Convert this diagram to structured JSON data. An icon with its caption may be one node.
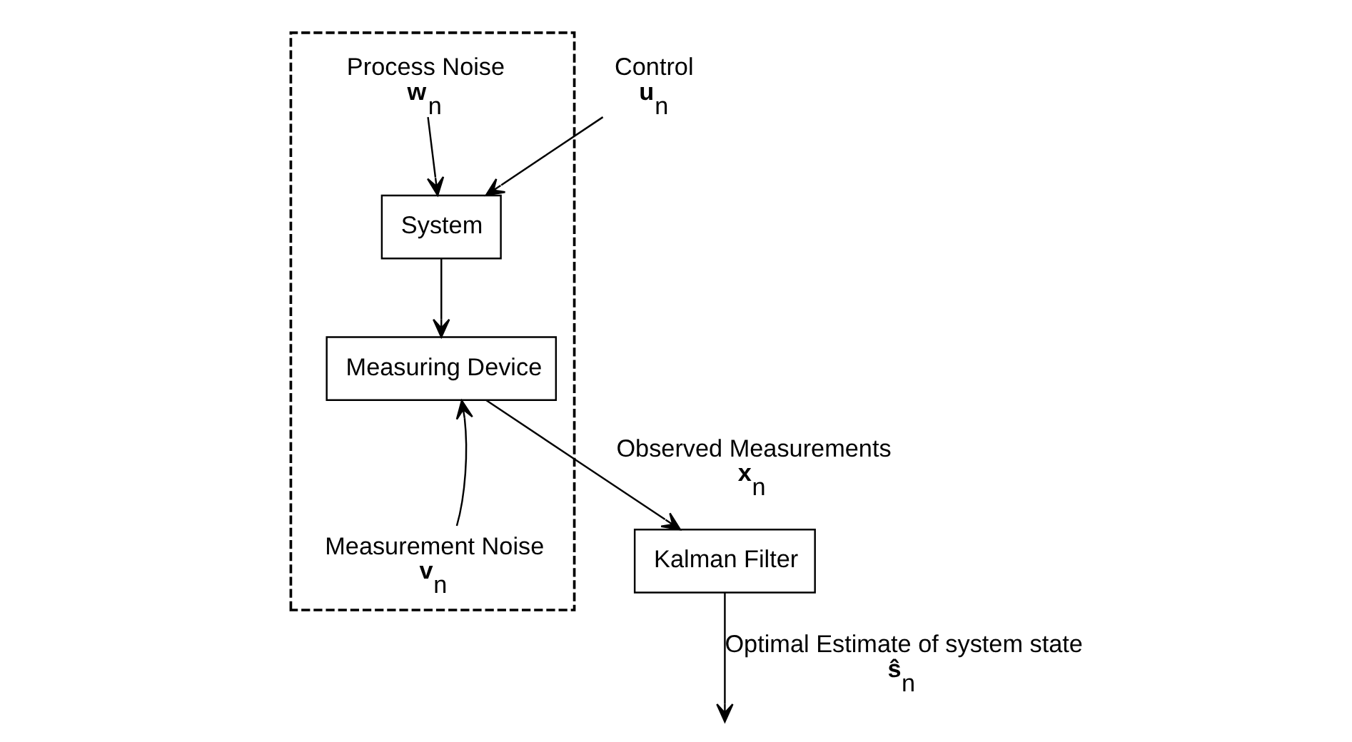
{
  "diagram": {
    "nodes": [
      {
        "text": [],
        "shape": "box"
      },
      {
        "text": [
          "Process Noise",
          "**w**$_{n}$"
        ],
        "in": 0
      },
      {
        "text": [
          "System"
        ],
        "in": 0
      },
      {
        "text": [
          "Measuring Device"
        ],
        "in": 0
      },
      {
        "text": [
          "Measurement Noise",
          "**v**$_{n}$"
        ],
        "in": 0
      },
      {
        "text": [
          "Control",
          "**u**$_{n}$"
        ]
      },
      {
        "text": [
          "Kalman Filter"
        ]
      }
    ],
    "edges": [
      {
        "from": 5,
        "to": 2,
        "arrow": "to"
      },
      {
        "from": 1,
        "to": 2,
        "arrow": "to"
      },
      {
        "from": 2,
        "to": 3,
        "arrow": "to"
      },
      {
        "from": 4,
        "to": 3,
        "arrow": "to"
      },
      {
        "from": 3,
        "to": 6,
        "arrow": "to",
        "label": "Observed Measurements **x**$_{n}$"
      },
      {
        "from": 6,
        "to": null,
        "arrow": "to",
        "label": "Optimal Estimate of system state **ŝ**$_{n}$"
      }
    ]
  }
}
